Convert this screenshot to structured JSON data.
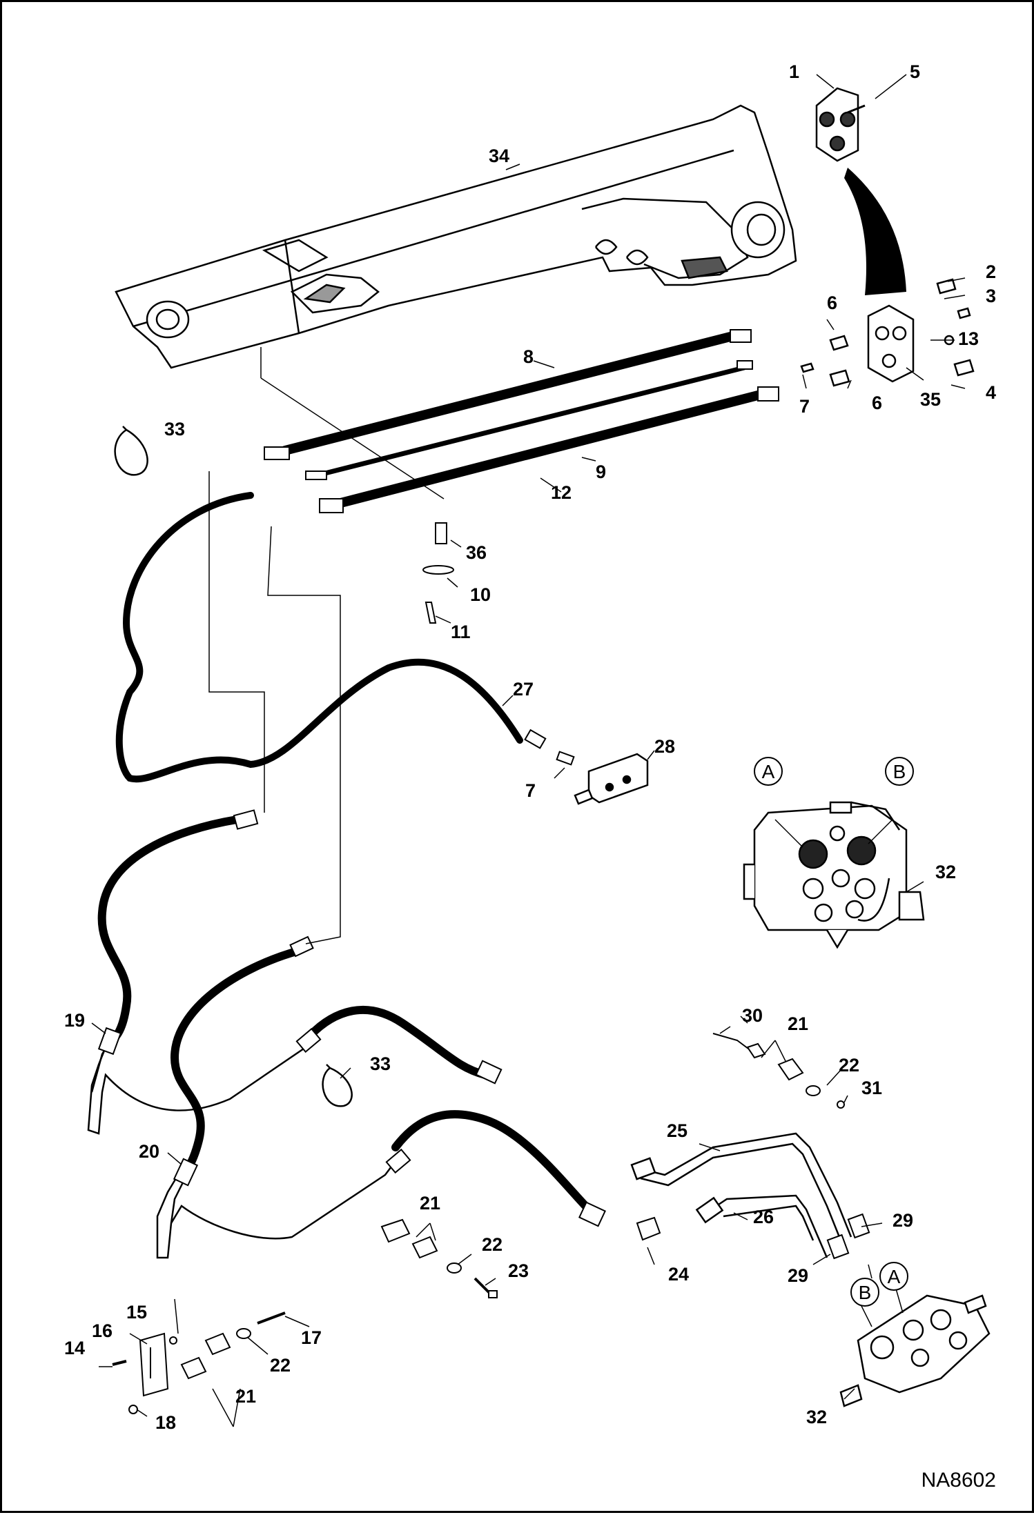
{
  "drawing_number": "NA8602",
  "port_markers": [
    "A",
    "B"
  ],
  "callouts": [
    "1",
    "2",
    "3",
    "4",
    "5",
    "6",
    "6",
    "7",
    "7",
    "8",
    "9",
    "10",
    "11",
    "12",
    "13",
    "14",
    "15",
    "16",
    "17",
    "18",
    "19",
    "20",
    "21",
    "21",
    "21",
    "22",
    "22",
    "22",
    "23",
    "24",
    "25",
    "26",
    "27",
    "28",
    "29",
    "29",
    "30",
    "31",
    "32",
    "32",
    "33",
    "33",
    "34",
    "35",
    "36"
  ]
}
